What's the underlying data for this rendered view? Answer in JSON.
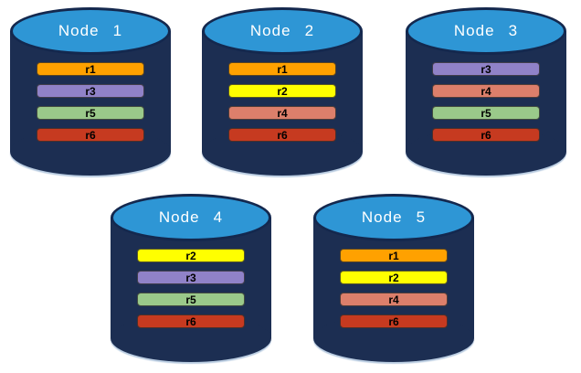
{
  "diagram": {
    "title": "database-nodes-replica-placement",
    "background_color": "#ffffff",
    "cylinder": {
      "body_color": "#1C2E52",
      "top_color": "#2E96D5",
      "top_border_color": "#14284E",
      "label_color": "#ffffff",
      "bottom_glow_color": "#A0B9D6"
    },
    "replica_colors": {
      "r1": "#FFA100",
      "r2": "#FFFF00",
      "r3": "#9082C8",
      "r4": "#DC7F6B",
      "r5": "#9AC98A",
      "r6": "#C63A20"
    },
    "nodes": [
      {
        "label": "Node 1",
        "replicas": [
          "r1",
          "r3",
          "r5",
          "r6"
        ]
      },
      {
        "label": "Node 2",
        "replicas": [
          "r1",
          "r2",
          "r4",
          "r6"
        ]
      },
      {
        "label": "Node 3",
        "replicas": [
          "r3",
          "r4",
          "r5",
          "r6"
        ]
      },
      {
        "label": "Node 4",
        "replicas": [
          "r2",
          "r3",
          "r5",
          "r6"
        ]
      },
      {
        "label": "Node 5",
        "replicas": [
          "r1",
          "r2",
          "r4",
          "r6"
        ]
      }
    ]
  }
}
